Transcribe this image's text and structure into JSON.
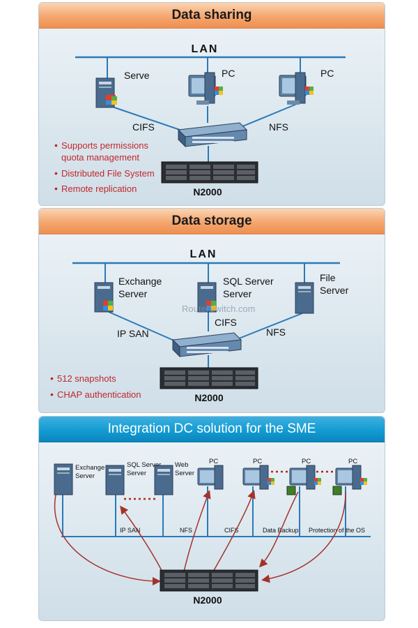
{
  "panel1": {
    "title": "Data sharing",
    "lan": "LAN",
    "nodes": {
      "serve": "Serve",
      "pc1": "PC",
      "pc2": "PC"
    },
    "links": {
      "cifs": "CIFS",
      "nfs": "NFS"
    },
    "bullets": [
      "Supports permissions",
      "quota management",
      "Distributed File System",
      "Remote replication"
    ],
    "storage": "N2000"
  },
  "panel2": {
    "title": "Data storage",
    "lan": "LAN",
    "nodes": {
      "exchange_l1": "Exchange",
      "exchange_l2": "Server",
      "sql_l1": "SQL Server",
      "sql_l2": "Server",
      "file_l1": "File",
      "file_l2": "Server"
    },
    "links": {
      "ipsan": "IP SAN",
      "cifs": "CIFS",
      "nfs": "NFS"
    },
    "bullets": [
      "512 snapshots",
      "CHAP authentication"
    ],
    "storage": "N2000",
    "watermark": "RouterSwitch.com"
  },
  "panel3": {
    "title": "Integration DC solution for the SME",
    "nodes": {
      "exchange_l1": "Exchange",
      "exchange_l2": "Server",
      "sql_l1": "SQL Server",
      "sql_l2": "Server",
      "web_l1": "Web",
      "web_l2": "Server",
      "pc1": "PC",
      "pc2": "PC",
      "pc3": "PC",
      "pc4": "PC"
    },
    "links": {
      "ipsan": "IP SAN",
      "nfs": "NFS",
      "cifs": "CIFS",
      "backup": "Data Backup",
      "protection": "Protection of the OS"
    },
    "storage": "N2000"
  },
  "colors": {
    "line": "#2b79b8",
    "bullet": "#c0272d",
    "arrow": "#a5322a",
    "orange_header": "#f4a66f",
    "blue_header": "#139cd3"
  }
}
